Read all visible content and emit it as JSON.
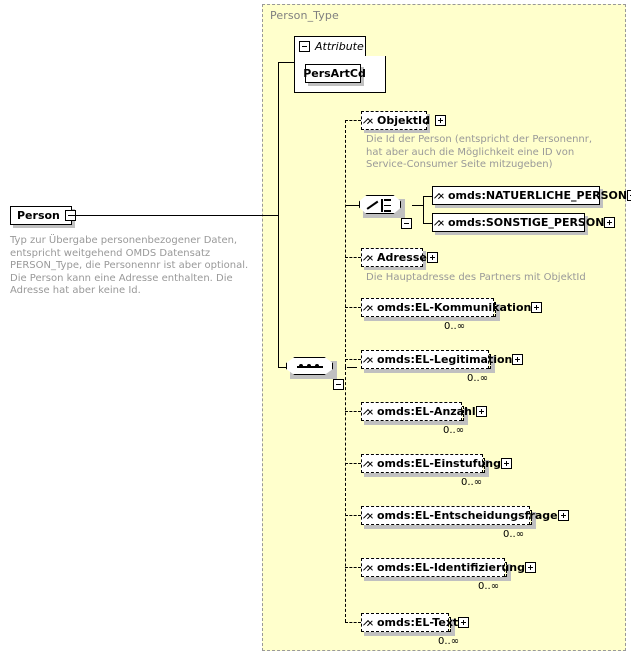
{
  "diagram": {
    "type_panel_title": "Person_Type",
    "root_element": {
      "name": "Person",
      "control": "minus",
      "description": "Typ zur Übergabe personenbezogener Daten, entspricht weitgehend OMDS Datensatz PERSON_Type, die Personennr ist aber optional. Die Person kann eine Adresse enthalten. Die Adresse hat aber keine Id."
    },
    "attribute_group": {
      "label": "Attribute",
      "control": "minus",
      "attributes": [
        {
          "name": "PersArtCd"
        }
      ]
    },
    "compositors": {
      "choice": "choice-compositor",
      "sequence": "sequence-compositor"
    },
    "children": [
      {
        "name": "ObjektId",
        "control": "plus",
        "style": "dashed",
        "repeating": false,
        "cardinality": "",
        "description": "Die Id der Person (entspricht der Personennr, hat aber auch die Möglichkeit eine ID von Service-Consumer Seite mitzugeben)"
      },
      {
        "name": "omds:NATUERLICHE_PERSON",
        "control": "plus",
        "style": "solid",
        "repeating": false,
        "cardinality": "",
        "description": ""
      },
      {
        "name": "omds:SONSTIGE_PERSON",
        "control": "plus",
        "style": "solid",
        "repeating": false,
        "cardinality": "",
        "description": ""
      },
      {
        "name": "Adresse",
        "control": "plus",
        "style": "dashed",
        "repeating": false,
        "cardinality": "",
        "description": "Die Hauptadresse des Partners mit ObjektId"
      },
      {
        "name": "omds:EL-Kommunikation",
        "control": "plus",
        "style": "dashed",
        "repeating": true,
        "cardinality": "0..∞",
        "description": ""
      },
      {
        "name": "omds:EL-Legitimation",
        "control": "plus",
        "style": "dashed",
        "repeating": true,
        "cardinality": "0..∞",
        "description": ""
      },
      {
        "name": "omds:EL-Anzahl",
        "control": "plus",
        "style": "dashed",
        "repeating": true,
        "cardinality": "0..∞",
        "description": ""
      },
      {
        "name": "omds:EL-Einstufung",
        "control": "plus",
        "style": "dashed",
        "repeating": true,
        "cardinality": "0..∞",
        "description": ""
      },
      {
        "name": "omds:EL-Entscheidungsfrage",
        "control": "plus",
        "style": "dashed",
        "repeating": true,
        "cardinality": "0..∞",
        "description": ""
      },
      {
        "name": "omds:EL-Identifizierung",
        "control": "plus",
        "style": "dashed",
        "repeating": true,
        "cardinality": "0..∞",
        "description": ""
      },
      {
        "name": "omds:EL-Text",
        "control": "plus",
        "style": "dashed",
        "repeating": true,
        "cardinality": "0..∞",
        "description": ""
      }
    ],
    "colors": {
      "panel_background": "#ffffcc",
      "panel_border": "#999999",
      "description_text": "#999999",
      "node_background": "#ffffff",
      "shadow": "#c0c0c0",
      "line": "#000000"
    }
  }
}
